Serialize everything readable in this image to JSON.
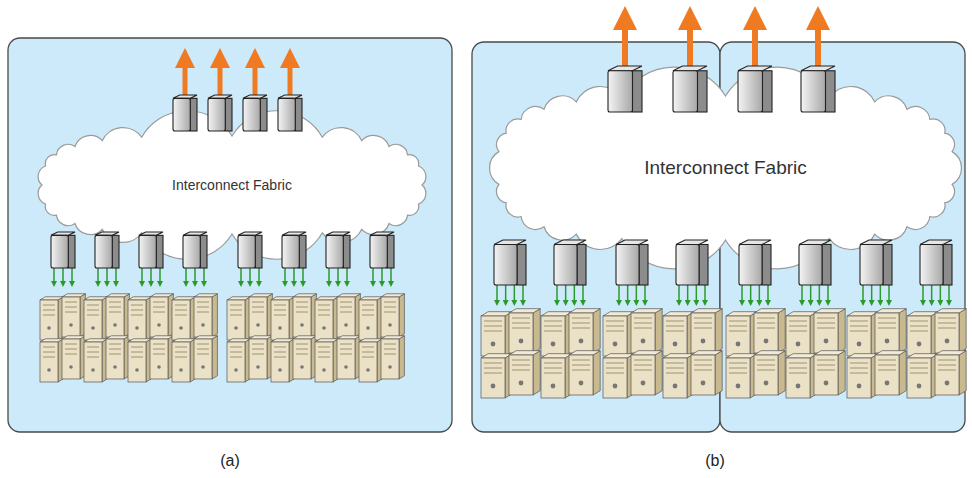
{
  "diagram": {
    "nodes": [
      {
        "text": [
          "Interconnect Fabric"
        ]
      },
      {
        "text": [
          "Interconnect Fabric"
        ]
      }
    ],
    "labels": [
      "(a)",
      "(b)"
    ]
  }
}
